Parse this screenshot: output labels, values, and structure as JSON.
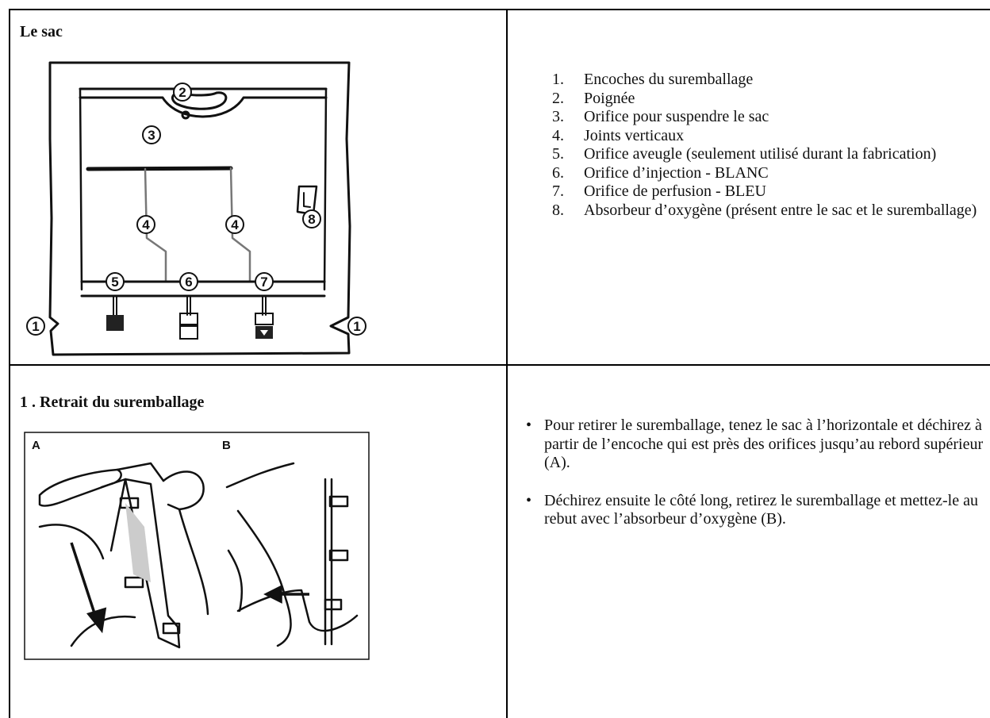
{
  "section_bag": {
    "title": "Le sac",
    "diagram_labels": [
      "1",
      "2",
      "3",
      "4",
      "5",
      "6",
      "7",
      "8"
    ],
    "components": [
      {
        "num": "1.",
        "text": "Encoches du suremballage"
      },
      {
        "num": "2.",
        "text": "Poignée"
      },
      {
        "num": "3.",
        "text": "Orifice pour suspendre le sac"
      },
      {
        "num": "4.",
        "text": "Joints verticaux"
      },
      {
        "num": "5.",
        "text": "Orifice aveugle (seulement utilisé durant la fabrication)"
      },
      {
        "num": "6.",
        "text": "Orifice d’injection - BLANC"
      },
      {
        "num": "7.",
        "text": "Orifice de perfusion - BLEU"
      },
      {
        "num": "8.",
        "text": "Absorbeur d’oxygène (présent entre le sac et le suremballage)"
      }
    ]
  },
  "section_removal": {
    "title": "1 . Retrait du suremballage",
    "panel_labels": [
      "A",
      "B"
    ],
    "bullet_symbol": "•",
    "instructions": [
      "Pour retirer le suremballage, tenez le sac à l’horizontale et déchirez à partir de l’encoche qui est près des orifices jusqu’au rebord supérieur (A).",
      "Déchirez ensuite le côté long, retirez le suremballage et mettez-le au rebut avec l’absorbeur d’oxygène (B)."
    ]
  }
}
